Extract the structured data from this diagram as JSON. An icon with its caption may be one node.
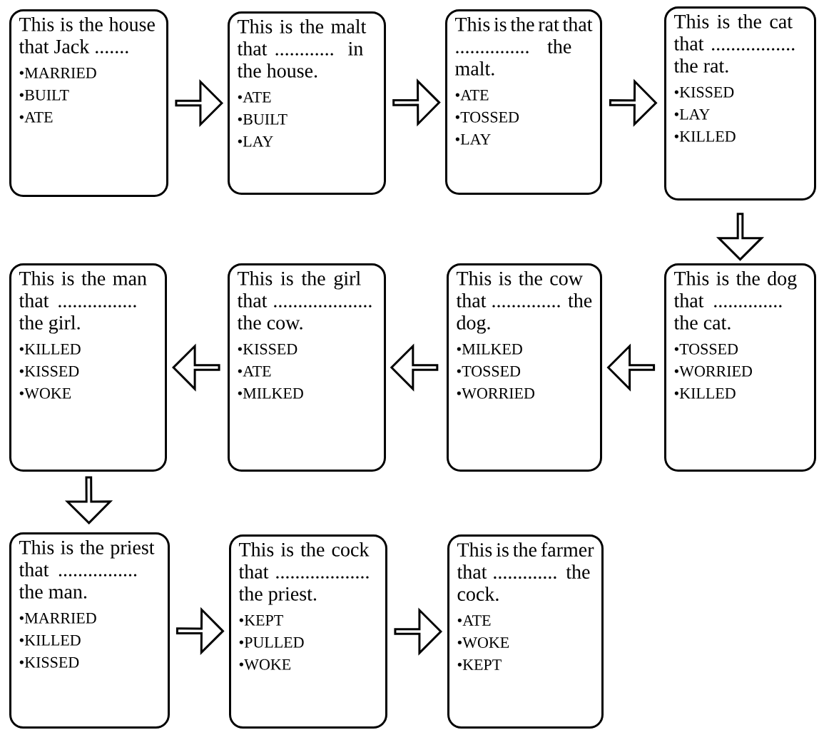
{
  "diagram": {
    "nodes": [
      {
        "text": [
          "This is the house that Jack .......",
          "•MARRIED",
          "•BUILT",
          "•ATE"
        ]
      },
      {
        "text": [
          "This is the malt that ............ in the house.",
          "•ATE",
          "•BUILT",
          "•LAY"
        ]
      },
      {
        "text": [
          "This is the rat that ............... the malt.",
          "•ATE",
          "•TOSSED",
          "•LAY"
        ]
      },
      {
        "text": [
          "This is the cat that ................. the rat.",
          "•KISSED",
          "•LAY",
          "•KILLED"
        ]
      },
      {
        "text": [
          "This is the man that ................ the girl.",
          "•KILLED",
          "•KISSED",
          "•WOKE"
        ]
      },
      {
        "text": [
          "This is the girl that .................... the cow.",
          "•KISSED",
          "•ATE",
          "•MILKED"
        ]
      },
      {
        "text": [
          "This is the cow that .............. the dog.",
          "•MILKED",
          "•TOSSED",
          "•WORRIED"
        ]
      },
      {
        "text": [
          "This is the dog that .............. the cat.",
          "•TOSSED",
          "•WORRIED",
          "•KILLED"
        ]
      },
      {
        "text": [
          "This is the priest that ................ the man.",
          "•MARRIED",
          "•KILLED",
          "•KISSED"
        ]
      },
      {
        "text": [
          "This is the cock that ................... the priest.",
          "•KEPT",
          "•PULLED",
          "•WOKE"
        ]
      },
      {
        "text": [
          "This is the farmer that ............. the cock.",
          "•ATE",
          "•WOKE",
          "•KEPT"
        ]
      }
    ],
    "edges": [
      {
        "from": 0,
        "to": 1,
        "arrow": "to"
      },
      {
        "from": 1,
        "to": 2,
        "arrow": "to"
      },
      {
        "from": 2,
        "to": 3,
        "arrow": "to"
      },
      {
        "from": 3,
        "to": 7,
        "arrow": "to"
      },
      {
        "from": 7,
        "to": 6,
        "arrow": "to"
      },
      {
        "from": 6,
        "to": 5,
        "arrow": "to"
      },
      {
        "from": 5,
        "to": 4,
        "arrow": "to"
      },
      {
        "from": 4,
        "to": 8,
        "arrow": "to"
      },
      {
        "from": 8,
        "to": 9,
        "arrow": "to"
      },
      {
        "from": 9,
        "to": 10,
        "arrow": "to"
      }
    ]
  }
}
